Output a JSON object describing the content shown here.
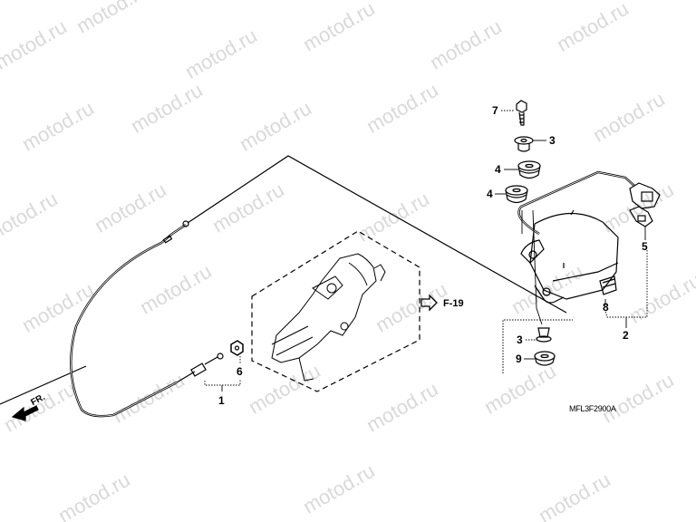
{
  "watermark": "motod.ru",
  "diagram_code": "MFL3F2900A",
  "direction_marker": "FR.",
  "reference": {
    "label": "F-19"
  },
  "callouts": [
    {
      "id": "c7",
      "number": "7",
      "part": "bolt"
    },
    {
      "id": "c3a",
      "number": "3",
      "part": "collar-top"
    },
    {
      "id": "c4a",
      "number": "4",
      "part": "grommet-upper"
    },
    {
      "id": "c4b",
      "number": "4",
      "part": "grommet-lower"
    },
    {
      "id": "c5",
      "number": "5",
      "part": "connector-clip"
    },
    {
      "id": "c8",
      "number": "8",
      "part": "actuator-pulley"
    },
    {
      "id": "c2",
      "number": "2",
      "part": "actuator-assembly"
    },
    {
      "id": "c3b",
      "number": "3",
      "part": "collar-bottom"
    },
    {
      "id": "c9",
      "number": "9",
      "part": "nut"
    },
    {
      "id": "c6",
      "number": "6",
      "part": "cable-nut"
    },
    {
      "id": "c1",
      "number": "1",
      "part": "cable-assembly"
    }
  ]
}
